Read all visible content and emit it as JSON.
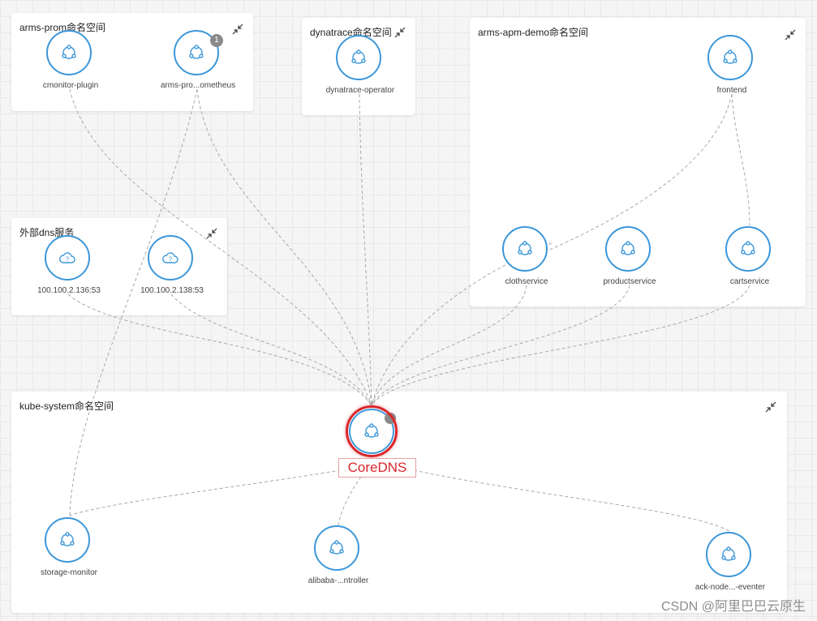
{
  "colors": {
    "node_stroke": "#3c97d9",
    "edge": "#a8a8a8",
    "highlight": "#d9262c",
    "badge": "#8a8a8a"
  },
  "groups": {
    "arms_prom": {
      "title": "arms-prom命名空间"
    },
    "dynatrace": {
      "title": "dynatrace命名空间"
    },
    "arms_apm_demo": {
      "title": "arms-apm-demo命名空间"
    },
    "external_dns": {
      "title": "外部dns服务"
    },
    "kube_system": {
      "title": "kube-system命名空间"
    }
  },
  "nodes": {
    "cmonitor_plugin": {
      "label": "cmonitor-plugin",
      "icon": "service-icon"
    },
    "arms_prometheus": {
      "label": "arms-pro...ometheus",
      "icon": "service-icon",
      "badge": "1"
    },
    "dynatrace_operator": {
      "label": "dynatrace-operator",
      "icon": "service-icon"
    },
    "frontend": {
      "label": "frontend",
      "icon": "service-icon"
    },
    "dns1": {
      "label": "100.100.2.136:53",
      "icon": "cloud-question-icon"
    },
    "dns2": {
      "label": "100.100.2.138:53",
      "icon": "cloud-question-icon"
    },
    "clothservice": {
      "label": "clothservice",
      "icon": "service-icon"
    },
    "productservice": {
      "label": "productservice",
      "icon": "service-icon"
    },
    "cartservice": {
      "label": "cartservice",
      "icon": "service-icon"
    },
    "coredns": {
      "label": "CoreDNS",
      "icon": "service-icon"
    },
    "storage_monitor": {
      "label": "storage-monitor",
      "icon": "service-icon"
    },
    "alibaba_controller": {
      "label": "alibaba-...ntroller",
      "icon": "service-icon"
    },
    "ack_node_eventer": {
      "label": "ack-node...-eventer",
      "icon": "service-icon"
    }
  },
  "watermark": "CSDN @阿里巴巴云原生"
}
